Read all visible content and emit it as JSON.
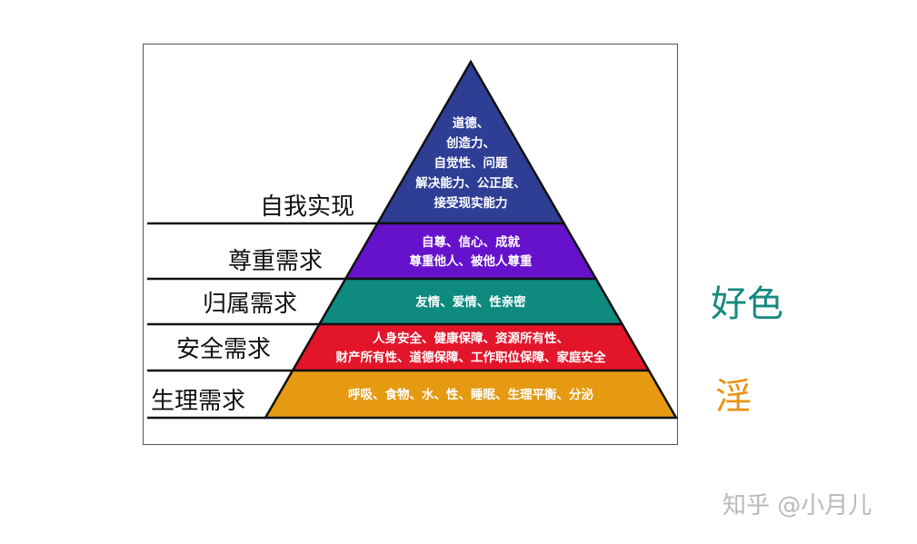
{
  "pyramid": {
    "levels": [
      {
        "label": "自我实现",
        "color": "#2e3e95",
        "lines": [
          "道德、",
          "创造力、",
          "自觉性、问题",
          "解决能力、公正度、",
          "接受现实能力"
        ]
      },
      {
        "label": "尊重需求",
        "color": "#6612cc",
        "lines": [
          "自尊、信心、成就",
          "尊重他人、被他人尊重"
        ]
      },
      {
        "label": "归属需求",
        "color": "#0e8a7e",
        "lines": [
          "友情、爱情、性亲密"
        ]
      },
      {
        "label": "安全需求",
        "color": "#e3152a",
        "lines": [
          "人身安全、健康保障、资源所有性、",
          "财产所有性、道德保障、工作职位保障、家庭安全"
        ]
      },
      {
        "label": "生理需求",
        "color": "#e59a12",
        "lines": [
          "呼吸、食物、水、性、睡眠、生理平衡、分泌"
        ]
      }
    ]
  },
  "side_labels": [
    {
      "text": "好色",
      "color": "#16897f"
    },
    {
      "text": "淫",
      "color": "#e89414"
    }
  ],
  "watermark": {
    "text": "知乎 @小月儿"
  }
}
